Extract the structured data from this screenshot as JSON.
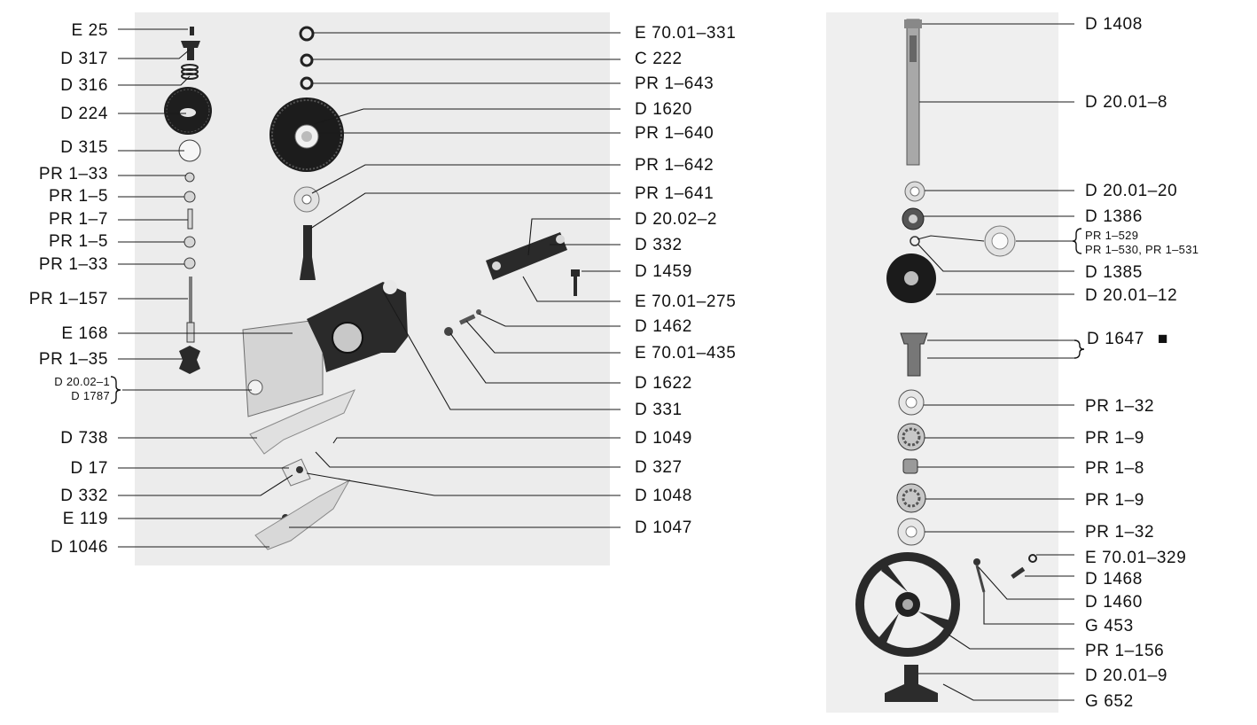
{
  "left_panel": {
    "left_labels": [
      "E 25",
      "D 317",
      "D 316",
      "D 224",
      "D 315",
      "PR 1–33",
      "PR 1–5",
      "PR 1–7",
      "PR 1–5",
      "PR 1–33",
      "PR 1–157",
      "E 168",
      "PR 1–35",
      "D 20.02–1",
      "D 1787",
      "D 738",
      "D 17",
      "D 332",
      "E 119",
      "D 1046"
    ],
    "right_labels": [
      "E 70.01–331",
      "C 222",
      "PR 1–643",
      "D 1620",
      "PR 1–640",
      "PR 1–642",
      "PR 1–641",
      "D 20.02–2",
      "D 332",
      "D 1459",
      "E 70.01–275",
      "D 1462",
      "E 70.01–435",
      "D 1622",
      "D 331",
      "D 1049",
      "D 327",
      "D 1048",
      "D 1047"
    ]
  },
  "right_panel": {
    "labels": [
      "D 1408",
      "D 20.01–8",
      "D 20.01–20",
      "D 1386",
      "PR 1–529",
      "PR 1–530, PR 1–531",
      "D 1385",
      "D 20.01–12",
      "D 1647",
      "PR 1–32",
      "PR 1–9",
      "PR 1–8",
      "PR 1–9",
      "PR 1–32",
      "E 70.01–329",
      "D 1468",
      "D 1460",
      "G 453",
      "PR 1–156",
      "D 20.01–9",
      "G 652"
    ],
    "marker_symbol": "■"
  }
}
